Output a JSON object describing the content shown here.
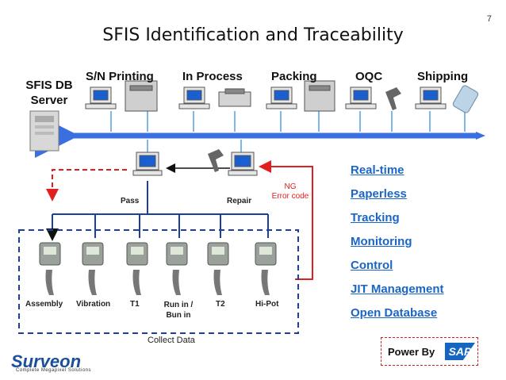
{
  "slide": {
    "page_number": "7",
    "title": "SFIS Identification and Traceability"
  },
  "server_label": "SFIS DB\nServer",
  "stages": [
    "S/N Printing",
    "In Process",
    "Packing",
    "OQC",
    "Shipping"
  ],
  "stations": [
    "Assembly",
    "Vibration",
    "T1",
    "Run in /\nBun in",
    "T2",
    "Hi-Pot"
  ],
  "labels": {
    "pass": "Pass",
    "repair": "Repair",
    "ng": "NG\nError code",
    "collect": "Collect Data"
  },
  "features": [
    "Real-time",
    "Paperless",
    "Tracking",
    "Monitoring",
    "Control",
    "JIT Management",
    "Open Database"
  ],
  "power_by": "Power By",
  "sap_logo": "SAP",
  "company_logo": "Surveon",
  "company_tagline": "Complete Megapixel Solutions",
  "colors": {
    "bus": "#3a6fe0",
    "feature_text": "#1a66c8",
    "alert": "#e02020",
    "dashed_box": "#1a3fa0"
  }
}
